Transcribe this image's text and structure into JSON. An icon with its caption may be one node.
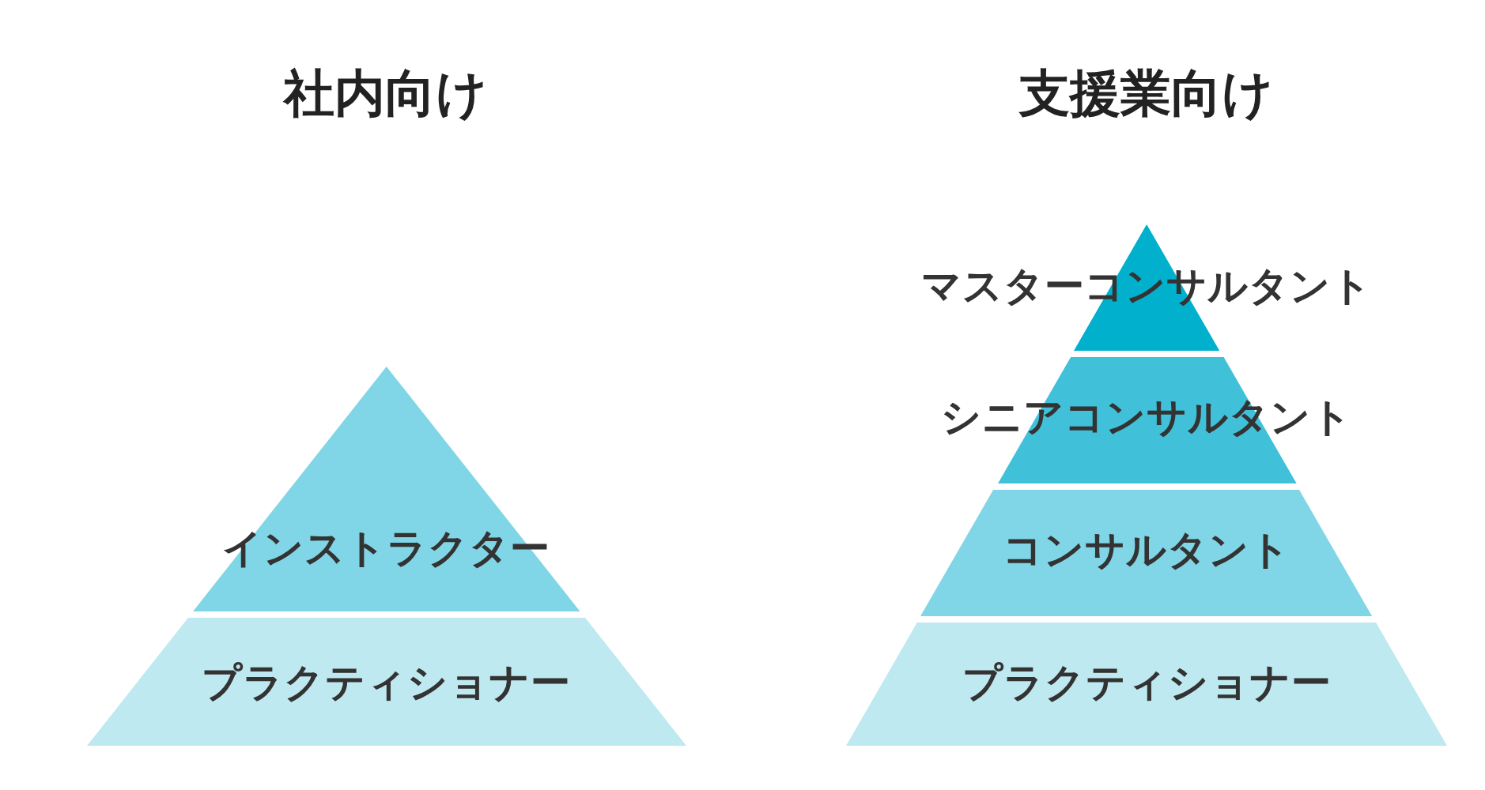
{
  "diagram": {
    "nodes": [
      {
        "text": [
          "インストラクター"
        ]
      },
      {
        "text": [
          "プラクティショナー"
        ]
      },
      {
        "text": [
          "マスターコンサルタント"
        ]
      },
      {
        "text": [
          "シニアコンサルタント"
        ]
      },
      {
        "text": [
          "コンサルタント"
        ]
      },
      {
        "text": [
          "プラクティショナー"
        ]
      }
    ],
    "labels": [
      "社内向け",
      "支援業向け"
    ]
  }
}
